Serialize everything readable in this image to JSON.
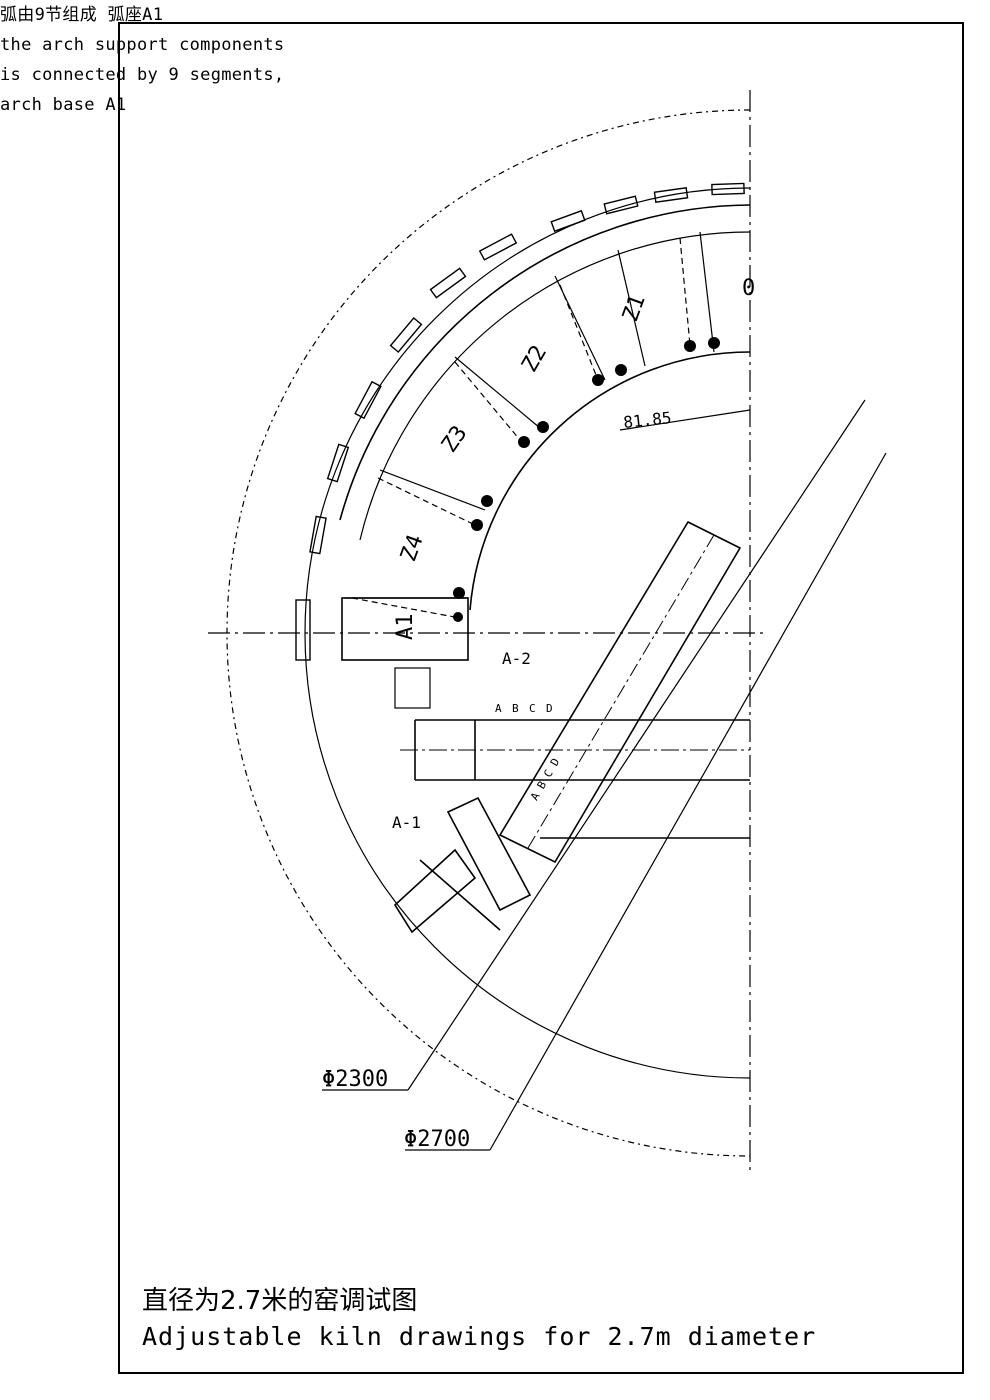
{
  "notes": {
    "line1": "弧由9节组成 弧座A1",
    "line2": "the arch support components",
    "line3": "is connected by 9 segments,",
    "line4": "arch base A1"
  },
  "labels": {
    "segments": [
      "0",
      "Z1",
      "Z2",
      "Z3",
      "Z4",
      "A1"
    ],
    "a2": "A-2",
    "a1": "A-1",
    "abcd_top": [
      "A",
      "B",
      "C",
      "D"
    ],
    "abcd_diag": "A B C D",
    "dim_small": "81.85",
    "dia_inner": "Φ2300",
    "dia_outer": "Φ2700"
  },
  "title": {
    "cn": "直径为2.7米的窑调试图",
    "en": "Adjustable kiln drawings for 2.7m diameter"
  }
}
